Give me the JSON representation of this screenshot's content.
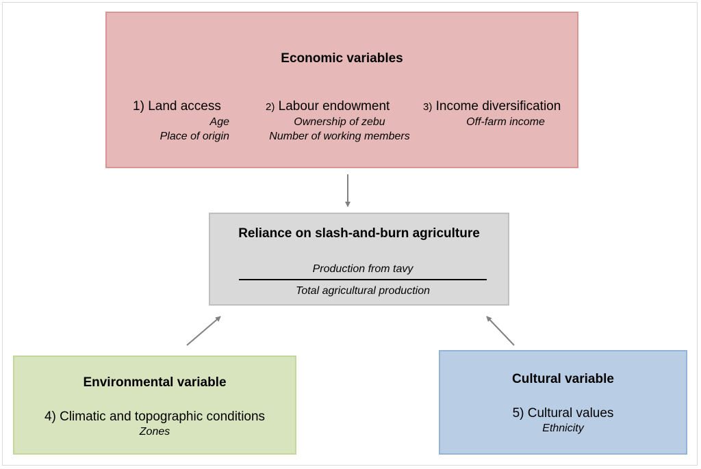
{
  "economic": {
    "title": "Economic variables",
    "groups": [
      {
        "number": "1)",
        "heading": "Land access",
        "items": [
          "Age",
          "Place of origin"
        ]
      },
      {
        "number": "2)",
        "heading": "Labour endowment",
        "items": [
          "Ownership of zebu",
          "Number of working members"
        ]
      },
      {
        "number": "3)",
        "heading": "Income diversification",
        "items": [
          "Off-farm income"
        ]
      }
    ]
  },
  "reliance": {
    "title": "Reliance on slash-and-burn agriculture",
    "numerator": "Production from tavy",
    "denominator": "Total agricultural production"
  },
  "environmental": {
    "title": "Environmental variable",
    "heading": "4) Climatic and topographic conditions",
    "item": "Zones"
  },
  "cultural": {
    "title": "Cultural variable",
    "heading": "5) Cultural values",
    "item": "Ethnicity"
  },
  "colors": {
    "economic_fill": "#e6b9b8",
    "reliance_fill": "#d9d9d9",
    "environmental_fill": "#d7e4bd",
    "cultural_fill": "#b9cde5",
    "arrow": "#808080"
  }
}
